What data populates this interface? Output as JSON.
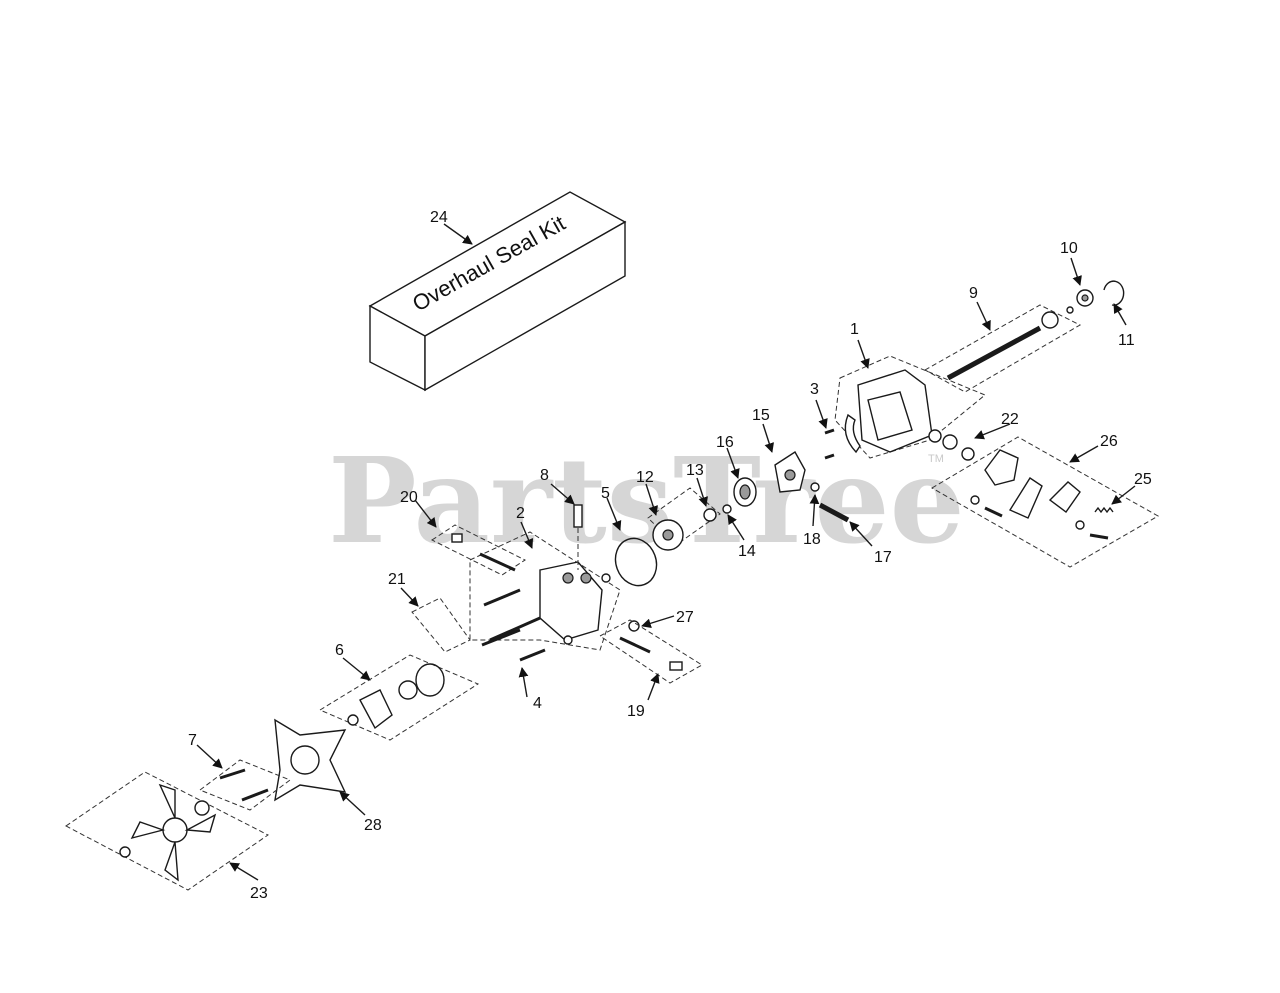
{
  "watermark": {
    "text": "PartsTree",
    "trademark": "TM"
  },
  "kit_box": {
    "label": "Overhaul Seal Kit"
  },
  "callouts": [
    {
      "id": "1",
      "label": "1"
    },
    {
      "id": "2",
      "label": "2"
    },
    {
      "id": "3",
      "label": "3"
    },
    {
      "id": "4",
      "label": "4"
    },
    {
      "id": "5",
      "label": "5"
    },
    {
      "id": "6",
      "label": "6"
    },
    {
      "id": "7",
      "label": "7"
    },
    {
      "id": "8",
      "label": "8"
    },
    {
      "id": "9",
      "label": "9"
    },
    {
      "id": "10",
      "label": "10"
    },
    {
      "id": "11",
      "label": "11"
    },
    {
      "id": "12",
      "label": "12"
    },
    {
      "id": "13",
      "label": "13"
    },
    {
      "id": "14",
      "label": "14"
    },
    {
      "id": "15",
      "label": "15"
    },
    {
      "id": "16",
      "label": "16"
    },
    {
      "id": "17",
      "label": "17"
    },
    {
      "id": "18",
      "label": "18"
    },
    {
      "id": "19",
      "label": "19"
    },
    {
      "id": "20",
      "label": "20"
    },
    {
      "id": "21",
      "label": "21"
    },
    {
      "id": "22",
      "label": "22"
    },
    {
      "id": "23",
      "label": "23"
    },
    {
      "id": "24",
      "label": "24"
    },
    {
      "id": "25",
      "label": "25"
    },
    {
      "id": "26",
      "label": "26"
    },
    {
      "id": "27",
      "label": "27"
    },
    {
      "id": "28",
      "label": "28"
    }
  ]
}
